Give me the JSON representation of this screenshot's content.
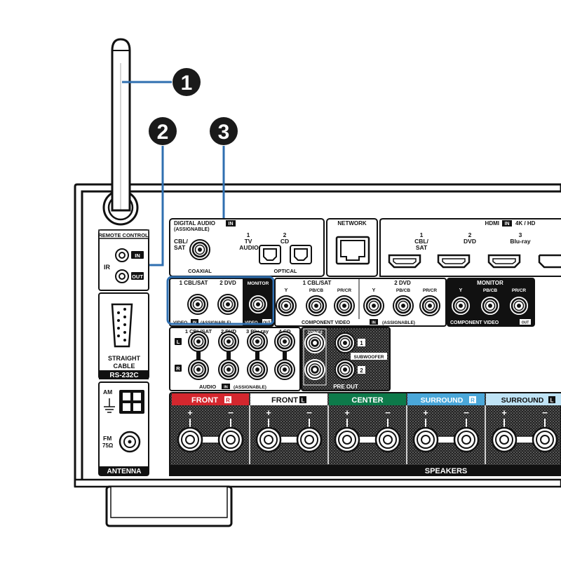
{
  "callouts": [
    {
      "number": "1"
    },
    {
      "number": "2"
    },
    {
      "number": "3"
    }
  ],
  "colors": {
    "callout_line": "#2f6fb0",
    "panel_dark": "#1a1a1a",
    "front_r": "#d4272e",
    "center": "#0d7a4a",
    "surround": "#4aa7d9"
  },
  "remote": {
    "title": "REMOTE CONTROL",
    "ir": "IR",
    "in_badge": "IN",
    "out_badge": "OUT"
  },
  "rs232": {
    "straight": "STRAIGHT",
    "cable": "CABLE",
    "title": "RS-232C"
  },
  "antenna": {
    "am": "AM",
    "fm": "FM",
    "fm_ohm": "75Ω",
    "title": "ANTENNA"
  },
  "digital_audio": {
    "title": "DIGITAL AUDIO",
    "in_badge": "IN",
    "assignable": "(ASSIGNABLE)",
    "coax_cbl": "CBL/",
    "coax_sat": "SAT",
    "opt1_num": "1",
    "opt1_tv": "TV",
    "opt1_audio": "AUDIO",
    "opt2_num": "2",
    "opt2_cd": "CD",
    "coaxial": "COAXIAL",
    "optical": "OPTICAL"
  },
  "network": {
    "title": "NETWORK"
  },
  "hdmi": {
    "title": "HDMI",
    "in_badge": "IN",
    "suffix": "4K / HD",
    "in1_num": "1",
    "in1_a": "CBL/",
    "in1_b": "SAT",
    "in2_num": "2",
    "in2": "DVD",
    "in3_num": "3",
    "in3": "Blu-ray"
  },
  "video": {
    "in1": "1 CBL/SAT",
    "in2": "2 DVD",
    "monitor": "MONITOR",
    "footer_video": "VIDEO",
    "footer_in": "IN",
    "footer_assignable": "(ASSIGNABLE)",
    "footer_video2": "VIDEO",
    "footer_out": "OUT"
  },
  "component": {
    "g1": "1 CBL/SAT",
    "g2": "2 DVD",
    "monitor": "MONITOR",
    "y": "Y",
    "pb": "PB/CB",
    "pr": "PR/CR",
    "footer_in_title": "COMPONENT VIDEO",
    "footer_in_badge": "IN",
    "footer_in_assign": "(ASSIGNABLE)",
    "footer_out_title": "COMPONENT VIDEO",
    "footer_out_badge": "OUT"
  },
  "audio": {
    "c1": "1 CBL/SAT",
    "c2": "2 DVD",
    "c3": "3 Blu-ray",
    "c4": "4 CD",
    "l": "L",
    "r": "R",
    "footer": "AUDIO",
    "footer_in": "IN",
    "footer_assign": "(ASSIGNABLE)"
  },
  "preout": {
    "zone2": "ZONE2",
    "sub1": "1",
    "sub2": "2",
    "subwoofer": "SUBWOOFER",
    "footer": "PRE OUT"
  },
  "speakers": {
    "front_r": "FRONT",
    "front_r_badge": "R",
    "front_l": "FRONT",
    "front_l_badge": "L",
    "center": "CENTER",
    "surround_r": "SURROUND",
    "surround_r_badge": "R",
    "surround_l": "SURROUND",
    "surround_l_badge": "L",
    "plus": "+",
    "minus": "−",
    "footer": "SPEAKERS"
  }
}
